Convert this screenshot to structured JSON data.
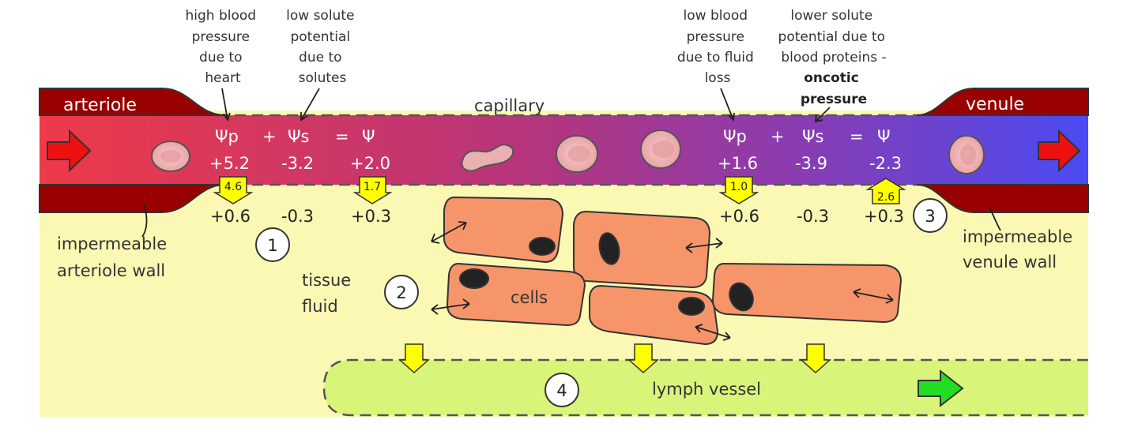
{
  "annotations": {
    "high_bp_lines": [
      "high blood",
      "pressure",
      "due to",
      "heart"
    ],
    "low_sp_lines": [
      "low solute",
      "potential",
      "due to",
      "solutes"
    ],
    "low_bp_lines": [
      "low blood",
      "pressure",
      "due to fluid",
      "loss"
    ],
    "lower_sp_lines": [
      "lower solute",
      "potential due to",
      "blood proteins -"
    ],
    "oncotic_lines": [
      "oncotic",
      "pressure"
    ]
  },
  "vessels": {
    "arteriole": "arteriole",
    "capillary": "capillary",
    "venule": "venule",
    "arteriole_wall_lines": [
      "impermeable",
      "arteriole wall"
    ],
    "venule_wall_lines": [
      "impermeable",
      "venule wall"
    ],
    "lymph": "lymph vessel"
  },
  "tissue": {
    "fluid_lines": [
      "tissue",
      "fluid"
    ],
    "cells": "cells"
  },
  "arterial_end": {
    "psi_p": "Ψp",
    "plus": "+",
    "psi_s": "Ψs",
    "equals": "=",
    "psi": "Ψ",
    "val_p": "+5.2",
    "val_s": "-3.2",
    "val_total": "+2.0",
    "badge_a": "4.6",
    "badge_b": "1.7",
    "tissue_p": "+0.6",
    "tissue_s": "-0.3",
    "tissue_total": "+0.3"
  },
  "venous_end": {
    "psi_p": "Ψp",
    "plus": "+",
    "psi_s": "Ψs",
    "equals": "=",
    "psi": "Ψ",
    "val_p": "+1.6",
    "val_s": "-3.9",
    "val_total": "-2.3",
    "badge_a": "1.0",
    "badge_b": "2.6",
    "tissue_p": "+0.6",
    "tissue_s": "-0.3",
    "tissue_total": "+0.3"
  },
  "steps": [
    "1",
    "2",
    "3",
    "4"
  ],
  "colors": {
    "tissue_fluid": "#fbf8b3",
    "vessel_wall": "#990000",
    "blood_arterial": "#ee3a48",
    "blood_venous": "#4a4bf2",
    "cell": "#f7956a",
    "lymph": "#d8f57a",
    "badge": "#ffff00",
    "flow_arrow_red": "#ee1111",
    "flow_arrow_green": "#22dd22"
  }
}
